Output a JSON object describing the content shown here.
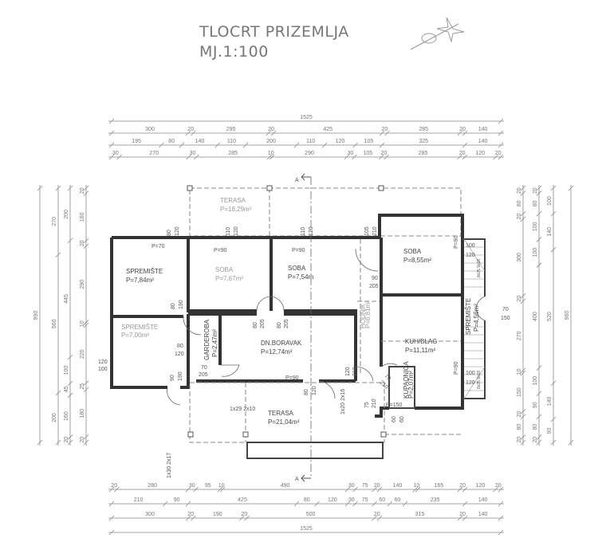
{
  "title": {
    "line1": "TLOCRT PRIZEMLJA",
    "line2": "MJ.1:100"
  },
  "north_arrow": "north-arrow-icon",
  "section_marker": "A",
  "rooms": {
    "terasa_top": {
      "name": "TERASA",
      "area": "P=18,29m²"
    },
    "spremiste1": {
      "name": "SPREMIŠTE",
      "area": "P=7,84m²"
    },
    "spremiste2": {
      "name": "SPREMIŠTE",
      "area": "P=7,00m²"
    },
    "soba1": {
      "name": "SOBA",
      "area": "P=7,67m²"
    },
    "soba2": {
      "name": "SOBA",
      "area": "P=7,54m"
    },
    "soba3": {
      "name": "SOBA",
      "area": "P=8,55m²"
    },
    "garderoba": {
      "name": "GARDEROBA",
      "area": "P=2,47m²"
    },
    "boravak": {
      "name": "DN.BORAVAK",
      "area": "P=12,74m²"
    },
    "kuhinja": {
      "name": "KUH/BLAG",
      "area": "P=11,11m²"
    },
    "spremiste3": {
      "name": "SPREMIŠTE",
      "area": "P=4,56m²"
    },
    "kupaonica": {
      "name": "KUPAONICA",
      "area": "P=2,07m²"
    },
    "hodnik": {
      "name": "HODNIK",
      "area": "P=6,81m²"
    },
    "terasa_bottom": {
      "name": "TERASA",
      "area": "P=21,04m²"
    }
  },
  "openings": {
    "w1": {
      "top": "80",
      "bottom": "120",
      "sill": "P=70"
    },
    "w2": {
      "top": "110",
      "bottom": "120",
      "sill": "P=90"
    },
    "w3": {
      "top": "110",
      "bottom": "120",
      "sill": "P=90"
    },
    "d_hall_top": {
      "top": "105",
      "bottom": "210"
    },
    "d_spr": {
      "top": "80",
      "bottom": "190"
    },
    "d_soba1": {
      "top": "80",
      "bottom": "205"
    },
    "d_soba2": {
      "top": "80",
      "bottom": "205"
    },
    "d_spr2": {
      "top": "80",
      "bottom": "120"
    },
    "d_spr2_side": {
      "top": "120",
      "bottom": "100"
    },
    "d_spr2_bottom": {
      "top": "90",
      "bottom": "190"
    },
    "d_gard": {
      "top": "70",
      "bottom": "205"
    },
    "w_boravak": {
      "sill": "P=90"
    },
    "d_boravak": {
      "top": "120",
      "bottom": "210"
    },
    "w_terasa": {
      "top": "80",
      "bottom": "120"
    },
    "d_soba3": {
      "top": "90",
      "bottom": "205"
    },
    "w_soba3": {
      "sill": "P=90",
      "top": "100",
      "bottom": "120"
    },
    "w_kuh": {
      "sill": "P=90",
      "top": "100",
      "bottom": "120"
    },
    "d_stairs": {
      "top": "70",
      "bottom": "150"
    },
    "stairs_upper": "8x25 9x18",
    "stairs_lower": "8x25 9x18",
    "d_entry": {
      "top": "75",
      "bottom": "210"
    },
    "d_kup": {
      "top": "70",
      "bottom": "210"
    },
    "w_kup": {
      "sill": "P=150",
      "top": "60",
      "bottom": "60"
    },
    "steps_terasa": "1x29 2x10",
    "steps_entry": "1x20 2x16",
    "steps_left": "1x30 2x17"
  },
  "dimensions": {
    "top": [
      [
        1525
      ],
      [
        300,
        20,
        295,
        20,
        425,
        20,
        285,
        20,
        140
      ],
      [
        195,
        80,
        140,
        110,
        200,
        110,
        120,
        105,
        325,
        140
      ],
      [
        30,
        270,
        30,
        285,
        10,
        290,
        30,
        105,
        20,
        285,
        20,
        120,
        20
      ]
    ],
    "bottom": [
      [
        20,
        280,
        30,
        95,
        10,
        490,
        30,
        75,
        20,
        140,
        10,
        165,
        20,
        120,
        20
      ],
      [
        210,
        90,
        425,
        80,
        120,
        30,
        75,
        60,
        60,
        235,
        140
      ],
      [
        300,
        20,
        190,
        20,
        500,
        20,
        315,
        20,
        140
      ],
      [
        1525
      ]
    ],
    "left": [
      [
        990
      ],
      [
        270,
        560,
        200
      ],
      [
        200,
        445,
        100,
        45,
        160,
        20
      ],
      [
        20,
        180,
        20,
        290,
        10,
        220,
        25,
        180,
        20
      ]
    ],
    "right": [
      [
        20,
        80,
        20,
        300,
        20,
        270,
        10,
        150,
        20,
        80,
        20
      ],
      [
        20,
        80,
        100,
        100,
        400,
        100,
        90,
        80,
        20
      ],
      [
        100,
        140,
        520,
        140,
        90
      ],
      [
        960
      ]
    ]
  }
}
